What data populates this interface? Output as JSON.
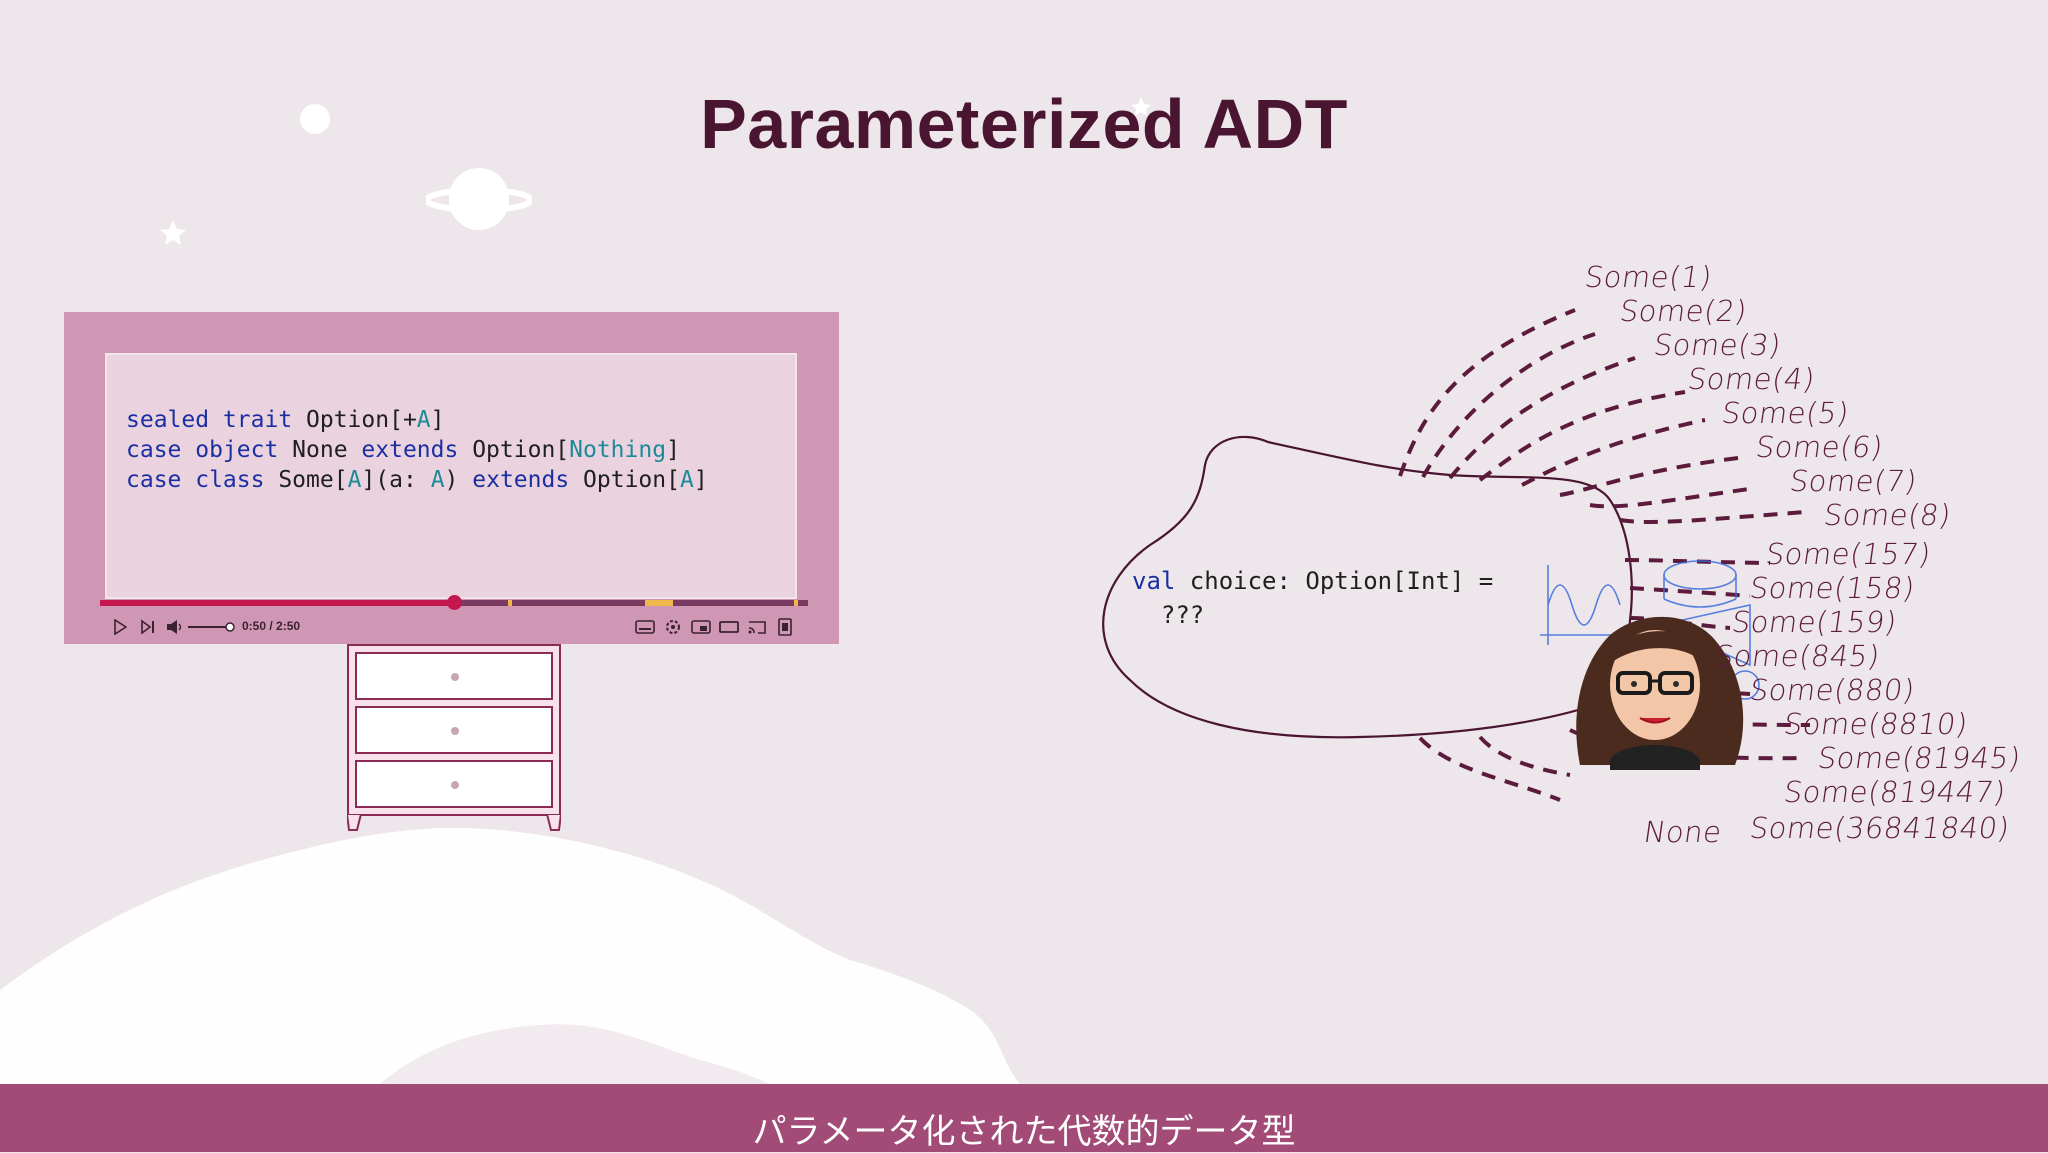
{
  "slide": {
    "title": "Parameterized ADT"
  },
  "code_block": {
    "lines": [
      [
        {
          "t": "sealed trait",
          "c": "kw"
        },
        {
          "t": " Option[+",
          "c": ""
        },
        {
          "t": "A",
          "c": "ty"
        },
        {
          "t": "]",
          "c": ""
        }
      ],
      [
        {
          "t": "case object",
          "c": "kw"
        },
        {
          "t": " None ",
          "c": ""
        },
        {
          "t": "extends",
          "c": "kw"
        },
        {
          "t": " Option[",
          "c": ""
        },
        {
          "t": "Nothing",
          "c": "ty"
        },
        {
          "t": "]",
          "c": ""
        }
      ],
      [
        {
          "t": "case class",
          "c": "kw"
        },
        {
          "t": " Some[",
          "c": ""
        },
        {
          "t": "A",
          "c": "ty"
        },
        {
          "t": "](a: ",
          "c": ""
        },
        {
          "t": "A",
          "c": "ty"
        },
        {
          "t": ") ",
          "c": ""
        },
        {
          "t": "extends",
          "c": "kw"
        },
        {
          "t": " Option[",
          "c": ""
        },
        {
          "t": "A",
          "c": "ty"
        },
        {
          "t": "]",
          "c": ""
        }
      ]
    ]
  },
  "player": {
    "time_text": "0:50 / 2:50",
    "progress_fraction": 0.5
  },
  "choice_code": {
    "line1_kw": "val",
    "line1_rest": " choice: Option[Int] =",
    "line2": "  ???"
  },
  "handwritten_values": [
    "Some(1)",
    "Some(2)",
    "Some(3)",
    "Some(4)",
    "Some(5)",
    "Some(6)",
    "Some(7)",
    "Some(8)",
    "Some(157)",
    "Some(158)",
    "Some(159)",
    "Some(845)",
    "Some(880)",
    "Some(8810)",
    "Some(81945)",
    "Some(819447)",
    "Some(36841840)",
    "None"
  ],
  "subtitle": {
    "text": "パラメータ化された代数的データ型"
  },
  "colors": {
    "background": "#ede6ea",
    "title": "#4a1530",
    "frame": "#cf97b3",
    "subtitle_bar": "#a24b76",
    "keyword": "#1b2fa3",
    "type_param": "#1d8a9a",
    "ink": "#5c1a3c"
  }
}
